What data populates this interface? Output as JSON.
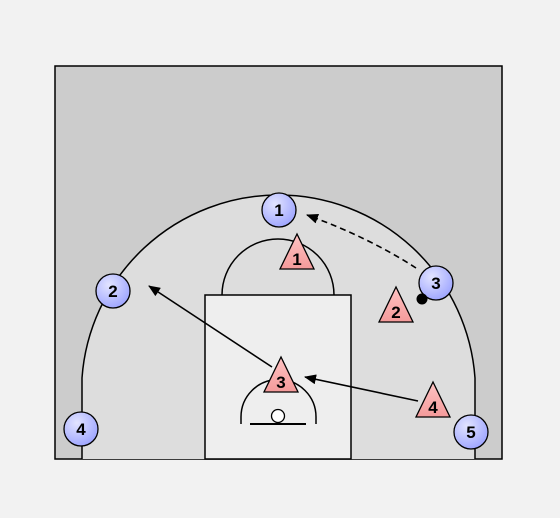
{
  "colors": {
    "page_background": "#f2f2f2",
    "court_outer": "#cccccc",
    "inside_arc": "#dddddd",
    "paint": "#eeeeee",
    "line": "#000000",
    "offense_fill": "#9fa6ff",
    "offense_fill_light": "#e2e4ff",
    "defense_fill": "#f49a9a"
  },
  "offense": [
    {
      "label": "1"
    },
    {
      "label": "2"
    },
    {
      "label": "3"
    },
    {
      "label": "4"
    },
    {
      "label": "5"
    }
  ],
  "defense": [
    {
      "label": "1"
    },
    {
      "label": "2"
    },
    {
      "label": "3"
    },
    {
      "label": "4"
    }
  ],
  "actions": [
    {
      "type": "pass",
      "style": "dashed",
      "from": "offense-3",
      "to": "offense-1"
    },
    {
      "type": "cut",
      "style": "solid",
      "from": "defense-3",
      "to": "offense-2"
    },
    {
      "type": "cut",
      "style": "solid",
      "from": "defense-4",
      "to": "defense-3"
    }
  ],
  "ball": {
    "holder": "offense-3"
  }
}
